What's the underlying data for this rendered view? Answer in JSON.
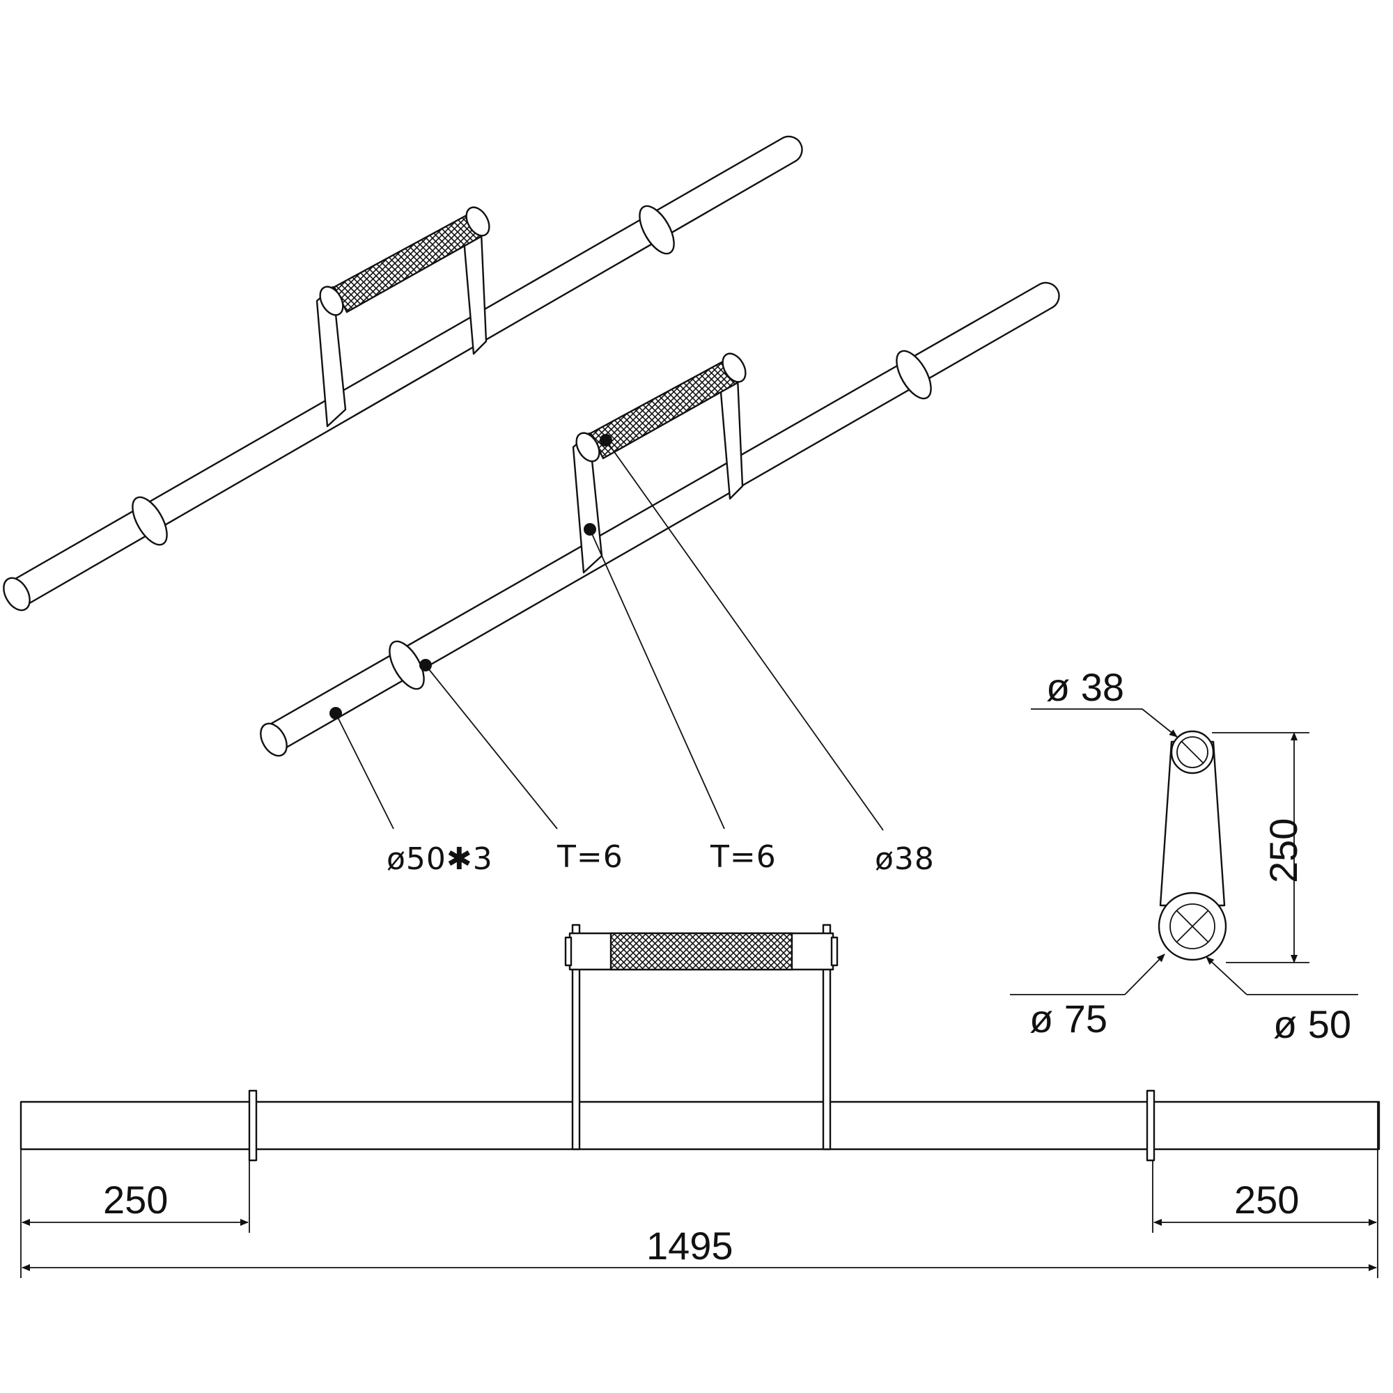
{
  "callouts": {
    "tube": "ø50✱3",
    "plate_a": "T=6",
    "plate_b": "T=6",
    "handle": "ø38"
  },
  "side_view": {
    "handle_dia": "ø 38",
    "height": "250",
    "collar_dia": "ø 75",
    "tube_dia": "ø 50"
  },
  "front_view": {
    "left_sleeve": "250",
    "right_sleeve": "250",
    "overall_length": "1495"
  }
}
